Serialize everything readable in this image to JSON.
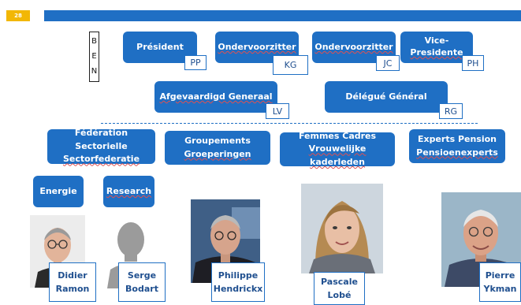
{
  "slide": {
    "page_number": "28"
  },
  "ben_letters": [
    "B",
    "E",
    "N"
  ],
  "top_row": [
    {
      "role": "Président",
      "initials": "PP"
    },
    {
      "role": "Ondervoorzitter",
      "initials": "KG"
    },
    {
      "role": "Ondervoorzitter",
      "initials": "JC"
    },
    {
      "role_line1": "Vice-",
      "role_line2": "Presidente",
      "initials": "PH"
    }
  ],
  "second_row": [
    {
      "role": "Afgevaardigd Generaal",
      "initials": "LV"
    },
    {
      "role": "Délégué Général",
      "initials": "RG"
    }
  ],
  "groups": [
    {
      "line1": "Fédération Sectorielle",
      "line2": "Sectorfederatie"
    },
    {
      "line1": "Groupements",
      "line2": "Groeperingen"
    },
    {
      "line1": "Femmes Cadres",
      "line2": "Vrouwelijke kaderleden"
    },
    {
      "line1": "Experts Pension",
      "line2": "Pensioenexperts"
    }
  ],
  "subgroups": [
    {
      "label": "Energie"
    },
    {
      "label": "Research"
    }
  ],
  "people": [
    {
      "first": "Didier",
      "last": "Ramon"
    },
    {
      "first": "Serge",
      "last": "Bodart"
    },
    {
      "first": "Philippe",
      "last": "Hendrickx"
    },
    {
      "first": "Pascale",
      "last": "Lobé"
    },
    {
      "first": "Pierre",
      "last": "Ykman"
    }
  ],
  "colors": {
    "accent": "#1f6fc4",
    "page_badge": "#f2b705"
  }
}
